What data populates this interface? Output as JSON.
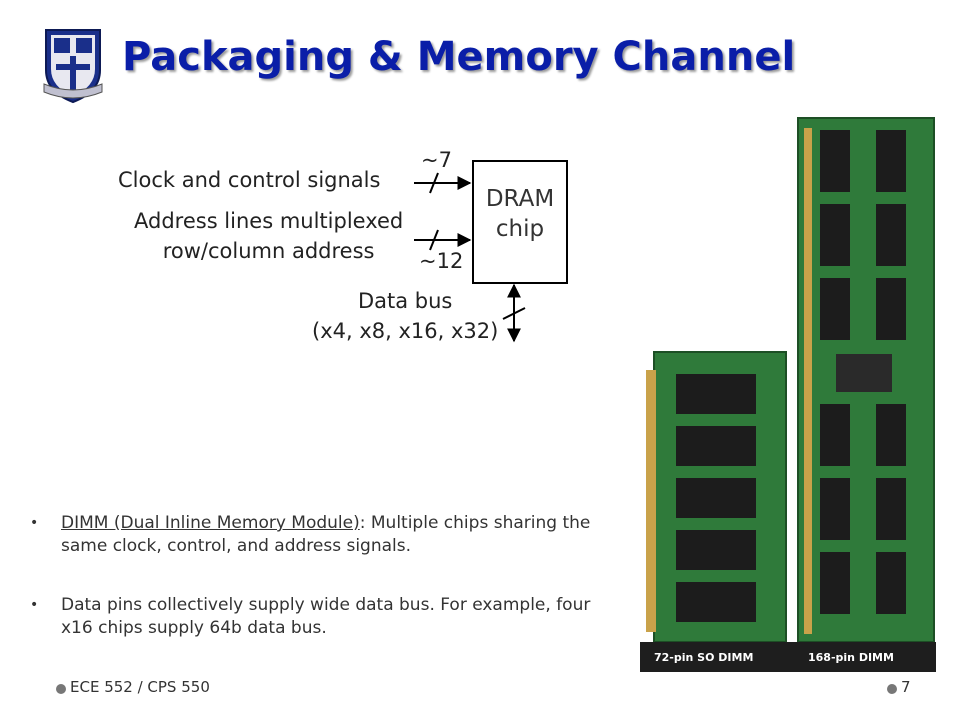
{
  "slide": {
    "title": "Packaging & Memory Channel"
  },
  "diagram": {
    "clock_label": "Clock and control signals",
    "address_label_line1": "Address lines multiplexed",
    "address_label_line2": "row/column address",
    "clock_width": "~7",
    "address_width": "~12",
    "chip_line1": "DRAM",
    "chip_line2": "chip",
    "data_label_line1": "Data bus",
    "data_label_line2": "(x4, x8, x16, x32)"
  },
  "bullets": [
    {
      "term": "DIMM (Dual Inline Memory Module)",
      "text": ": Multiple chips sharing the same clock, control, and address signals."
    },
    {
      "term": "",
      "text": "Data pins collectively supply wide data bus. For example, four x16 chips supply 64b data bus."
    }
  ],
  "photo": {
    "caption_so_dimm": "72-pin SO DIMM",
    "caption_dimm": "168-pin DIMM"
  },
  "footer": {
    "course": "ECE 552 / CPS 550",
    "page": "7"
  },
  "colors": {
    "title": "#0a1ea8",
    "pcb_green": "#2f7a3a",
    "chip_black": "#1c1c1c",
    "gold_pins": "#c9a24a"
  },
  "icons": {
    "logo": "university-shield-logo"
  }
}
